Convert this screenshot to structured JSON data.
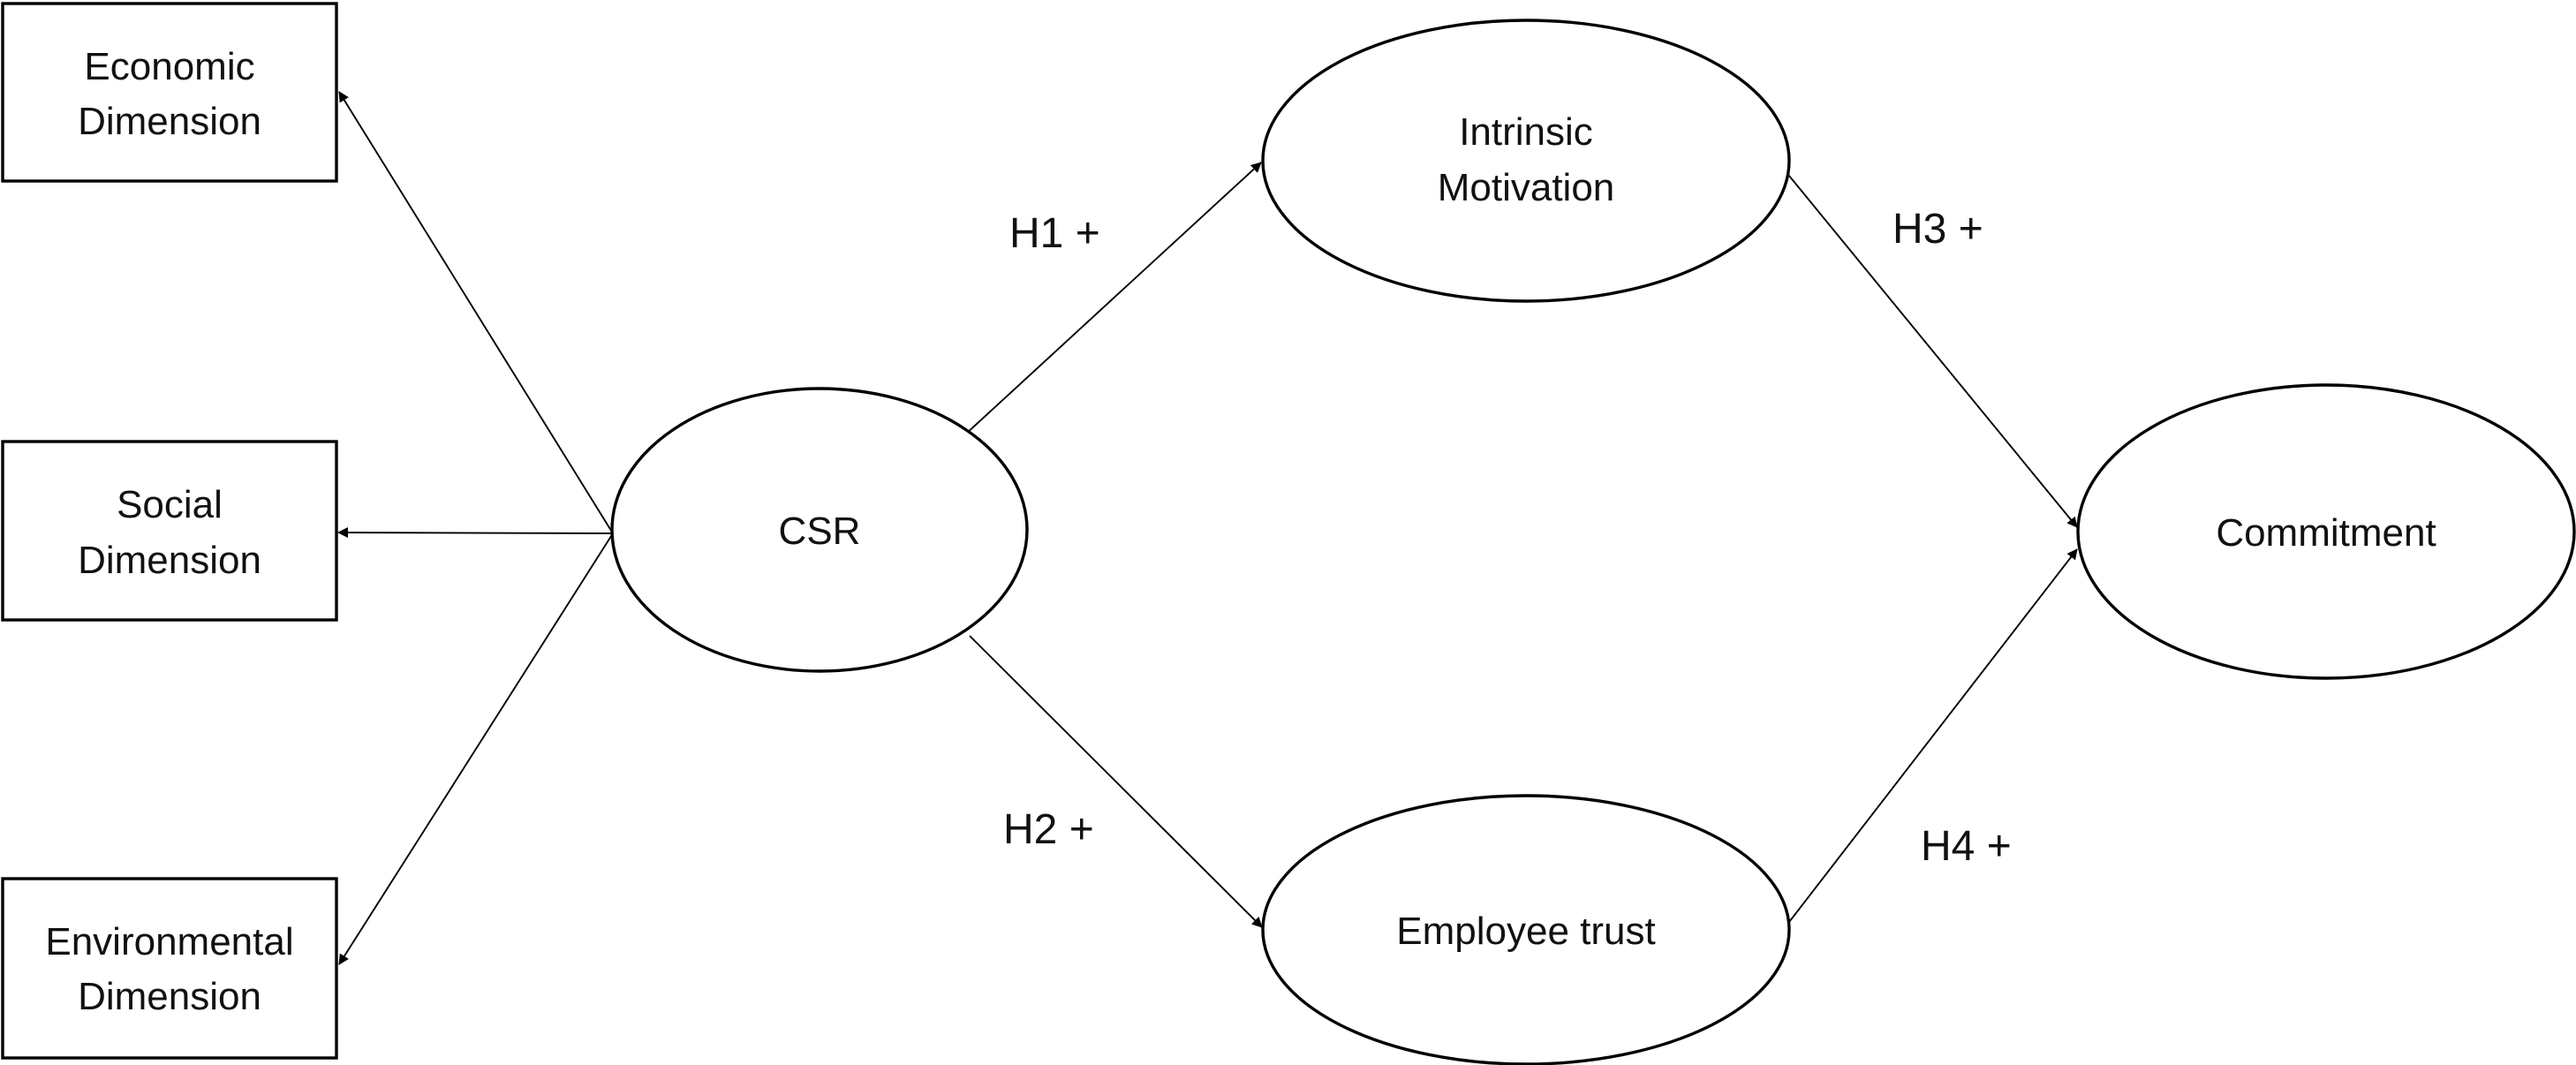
{
  "diagram": {
    "nodes": {
      "economic": {
        "label_line1": "Economic",
        "label_line2": "Dimension",
        "shape": "rectangle"
      },
      "social": {
        "label_line1": "Social",
        "label_line2": "Dimension",
        "shape": "rectangle"
      },
      "environmental": {
        "label_line1": "Environmental",
        "label_line2": "Dimension",
        "shape": "rectangle"
      },
      "csr": {
        "label": "CSR",
        "shape": "ellipse"
      },
      "motivation": {
        "label_line1": "Intrinsic",
        "label_line2": "Motivation",
        "shape": "ellipse"
      },
      "trust": {
        "label": "Employee trust",
        "shape": "ellipse"
      },
      "commitment": {
        "label": "Commitment",
        "shape": "ellipse"
      }
    },
    "hypotheses": {
      "h1": "H1 +",
      "h2": "H2 +",
      "h3": "H3 +",
      "h4": "H4 +"
    },
    "edges": [
      {
        "from": "csr",
        "to": "economic"
      },
      {
        "from": "csr",
        "to": "social"
      },
      {
        "from": "csr",
        "to": "environmental"
      },
      {
        "from": "csr",
        "to": "motivation",
        "label": "H1 +"
      },
      {
        "from": "csr",
        "to": "trust",
        "label": "H2 +"
      },
      {
        "from": "motivation",
        "to": "commitment",
        "label": "H3 +"
      },
      {
        "from": "trust",
        "to": "commitment",
        "label": "H4 +"
      }
    ]
  }
}
